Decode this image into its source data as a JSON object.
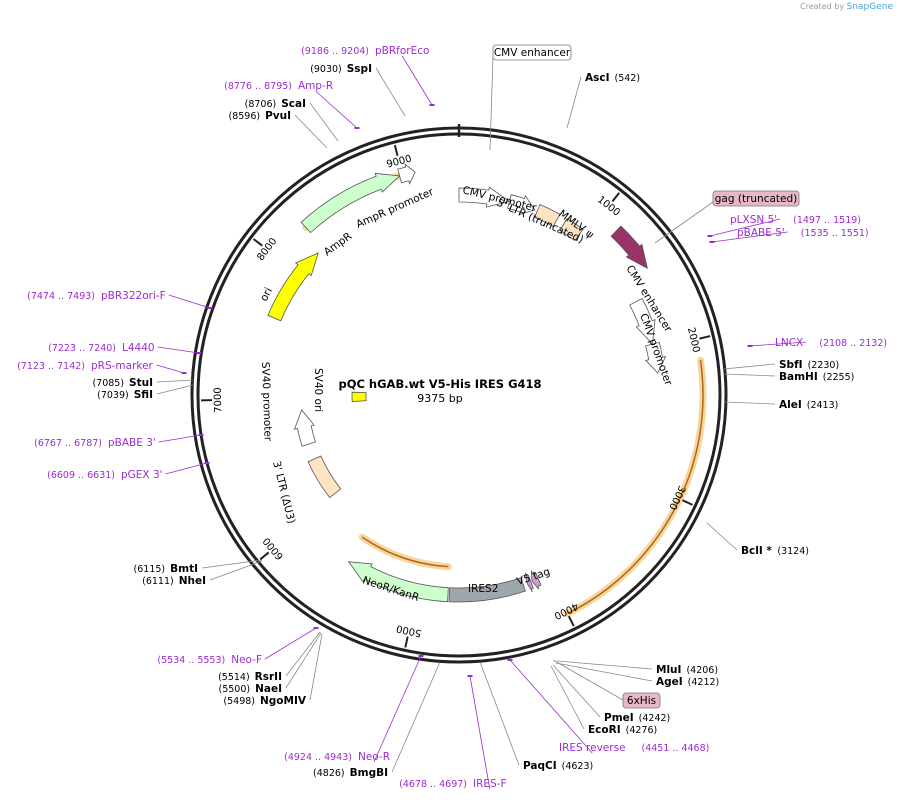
{
  "credit": {
    "prefix": "Created by",
    "brand": "SnapGene"
  },
  "plasmid": {
    "name": "pQC hGAB.wt V5-His IRES G418",
    "length_label": "9375 bp",
    "length": 9375
  },
  "ticks": [
    {
      "pos": 1000,
      "label": "1000"
    },
    {
      "pos": 2000,
      "label": "2000"
    },
    {
      "pos": 3000,
      "label": "3000"
    },
    {
      "pos": 4000,
      "label": "4000"
    },
    {
      "pos": 5000,
      "label": "5000"
    },
    {
      "pos": 6000,
      "label": "6000"
    },
    {
      "pos": 7000,
      "label": "7000"
    },
    {
      "pos": 8000,
      "label": "8000"
    },
    {
      "pos": 9000,
      "label": "9000"
    }
  ],
  "features": [
    {
      "name": "CMV enhancer",
      "start": 9375,
      "end": 380,
      "ring": 1,
      "color": "#ffffff",
      "arrow": true
    },
    {
      "name": "CMV promoter",
      "start": 380,
      "end": 580,
      "ring": 1,
      "color": "#ffffff",
      "arrow": true
    },
    {
      "name": "5' LTR (truncated)",
      "start": 600,
      "end": 760,
      "ring": 1,
      "color": "#ffe4c4",
      "arrow": false
    },
    {
      "name": "MMLV ψ",
      "start": 820,
      "end": 960,
      "ring": 1,
      "color": "#ffe4c4",
      "arrow": false
    },
    {
      "name": "gag (truncated)",
      "start": 1140,
      "end": 1460,
      "ring": 0,
      "color": "#993366",
      "arrow": true
    },
    {
      "name": "CMV enhancer",
      "start": 1620,
      "end": 1960,
      "ring": 1,
      "color": "#ffffff",
      "arrow": true
    },
    {
      "name": "CMV promoter",
      "start": 1960,
      "end": 2180,
      "ring": 1,
      "color": "#ffffff",
      "arrow": true
    },
    {
      "name": "V5 tag",
      "start": 4080,
      "end": 4130,
      "ring": 1,
      "color": "#c9a0c9",
      "arrow": true
    },
    {
      "name": "6xHis",
      "start": 4140,
      "end": 4170,
      "ring": 1,
      "color": "#c9a0c9",
      "arrow": true
    },
    {
      "name": "IRES2",
      "start": 4200,
      "end": 4760,
      "ring": 1,
      "color": "#a0a6ad",
      "arrow": false
    },
    {
      "name": "NeoR/KanR",
      "start": 4770,
      "end": 5560,
      "ring": 1,
      "color": "#ccffcc",
      "arrow": true
    },
    {
      "name": "3' LTR (ΔU3)",
      "start": 6030,
      "end": 6410,
      "ring": 2,
      "color": "#ffe4c4",
      "arrow": false
    },
    {
      "name": "SV40 promoter",
      "start": 6560,
      "end": 6890,
      "ring": 2,
      "color": "#ffffff",
      "arrow": true
    },
    {
      "name": "SV40 ori",
      "start": 6940,
      "end": 7070,
      "ring": 3,
      "color": "#ffff00",
      "arrow": false
    },
    {
      "name": "ori",
      "start": 7620,
      "end": 8210,
      "ring": 1,
      "color": "#ffff00",
      "arrow": true
    },
    {
      "name": "AmpR",
      "start": 8270,
      "end": 8980,
      "ring": 0,
      "color": "#ccffcc",
      "arrow": true
    },
    {
      "name": "AmpR promoter",
      "start": 8980,
      "end": 9085,
      "ring": 0,
      "color": "#ffffff",
      "arrow": true
    }
  ],
  "orfs": [
    {
      "start": 2130,
      "end": 4000
    },
    {
      "start": 4780,
      "end": 5580
    },
    {
      "start": 8270,
      "end": 8980
    }
  ],
  "enzymes": [
    {
      "name": "AscI",
      "pos": "(542)"
    },
    {
      "name": "SbfI",
      "pos": "(2230)"
    },
    {
      "name": "BamHI",
      "pos": "(2255)"
    },
    {
      "name": "AleI",
      "pos": "(2413)"
    },
    {
      "name": "BclI *",
      "pos": "(3124)"
    },
    {
      "name": "MluI",
      "pos": "(4206)"
    },
    {
      "name": "AgeI",
      "pos": "(4212)"
    },
    {
      "name": "PmeI",
      "pos": "(4242)"
    },
    {
      "name": "EcoRI",
      "pos": "(4276)"
    },
    {
      "name": "PaqCI",
      "pos": "(4623)"
    },
    {
      "name": "BmgBI",
      "pos": "(4826)"
    },
    {
      "name": "RsrII",
      "pos": "(5514)"
    },
    {
      "name": "NaeI",
      "pos": "(5500)"
    },
    {
      "name": "NgoMIV",
      "pos": "(5498)"
    },
    {
      "name": "BmtI",
      "pos": "(6115)"
    },
    {
      "name": "NheI",
      "pos": "(6111)"
    },
    {
      "name": "StuI",
      "pos": "(7085)"
    },
    {
      "name": "SfiI",
      "pos": "(7039)"
    },
    {
      "name": "PvuI",
      "pos": "(8596)"
    },
    {
      "name": "ScaI",
      "pos": "(8706)"
    },
    {
      "name": "SspI",
      "pos": "(9030)"
    }
  ],
  "primers": [
    {
      "name": "pBRforEco",
      "range": "(9186 .. 9204)"
    },
    {
      "name": "Amp-R",
      "range": "(8776 .. 8795)"
    },
    {
      "name": "pLXSN 5'",
      "range": "(1497 .. 1519)"
    },
    {
      "name": "pBABE 5'",
      "range": "(1535 .. 1551)"
    },
    {
      "name": "LNCX",
      "range": "(2108 .. 2132)"
    },
    {
      "name": "IRES reverse",
      "range": "(4451 .. 4468)"
    },
    {
      "name": "IRES-F",
      "range": "(4678 .. 4697)"
    },
    {
      "name": "Neo-R",
      "range": "(4924 .. 4943)"
    },
    {
      "name": "Neo-F",
      "range": "(5534 .. 5553)"
    },
    {
      "name": "pGEX 3'",
      "range": "(6609 .. 6631)"
    },
    {
      "name": "pBABE 3'",
      "range": "(6767 .. 6787)"
    },
    {
      "name": "pRS-marker",
      "range": "(7123 .. 7142)"
    },
    {
      "name": "L4440",
      "range": "(7223 .. 7240)"
    },
    {
      "name": "pBR322ori-F",
      "range": "(7474 .. 7493)"
    }
  ],
  "boxed_labels": [
    {
      "name": "CMV enhancer",
      "style": "outline"
    },
    {
      "name": "gag (truncated)",
      "style": "filled",
      "color": "#e6b8c6"
    },
    {
      "name": "6xHis",
      "style": "filled",
      "color": "#e6b8c6"
    }
  ]
}
